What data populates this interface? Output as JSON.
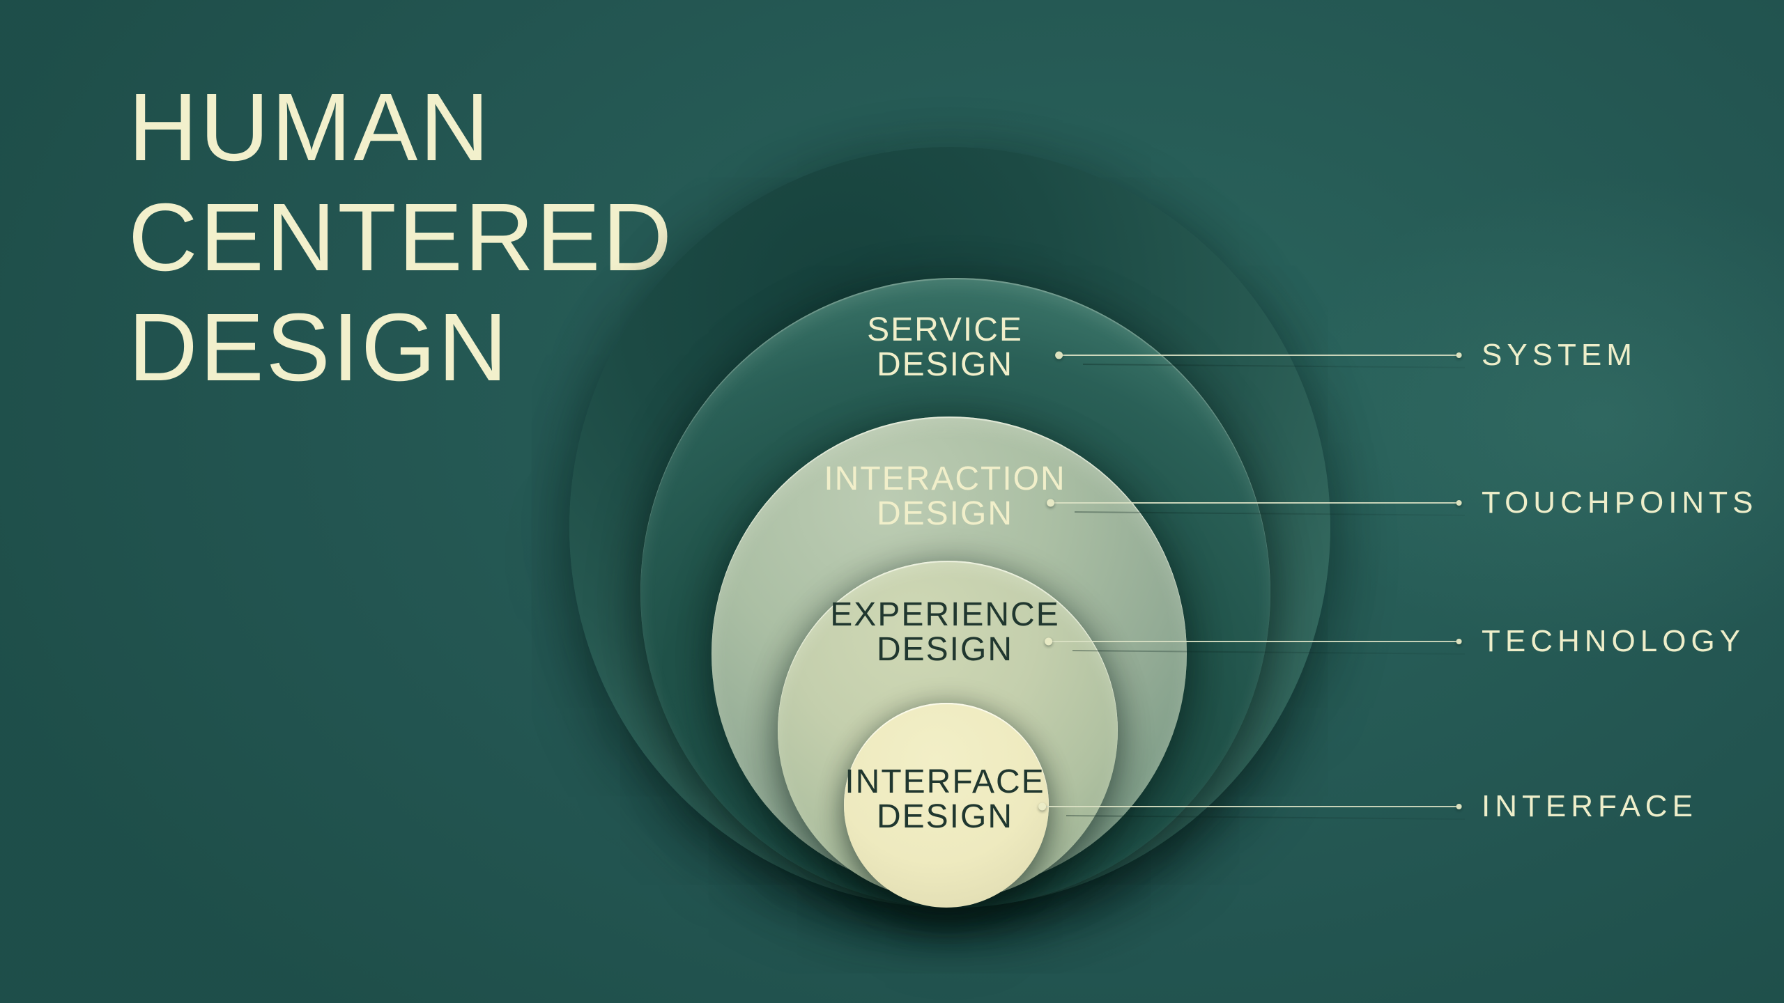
{
  "title": {
    "lines": [
      "HUMAN",
      "CENTERED",
      "DESIGN"
    ]
  },
  "rings": [
    {
      "name": "service",
      "label_lines": [
        "SERVICE",
        "DESIGN"
      ],
      "annotation": "SYSTEM"
    },
    {
      "name": "interaction",
      "label_lines": [
        "INTERACTION",
        "DESIGN"
      ],
      "annotation": "TOUCHPOINTS"
    },
    {
      "name": "experience",
      "label_lines": [
        "EXPERIENCE",
        "DESIGN"
      ],
      "annotation": "TECHNOLOGY"
    },
    {
      "name": "interface",
      "label_lines": [
        "INTERFACE",
        "DESIGN"
      ],
      "annotation": "INTERFACE"
    }
  ],
  "colors": {
    "background_teal": "#235551",
    "background_glow": "#2c6860",
    "outer_circle_dark": "#16413c",
    "outer_circle_light": "#55907e",
    "service_circle_dark": "#1c4e48",
    "service_circle_light": "#5f9b88",
    "interaction_circle_light": "#bcccb3",
    "interaction_circle_dark": "#6f937d",
    "experience_circle_light": "#cfd8b5",
    "experience_circle_dark": "#93ac8e",
    "interface_circle": "#f2efc7",
    "cream_text": "#f1efca",
    "dark_text": "#20372f",
    "leader_line": "#dce2c5"
  }
}
